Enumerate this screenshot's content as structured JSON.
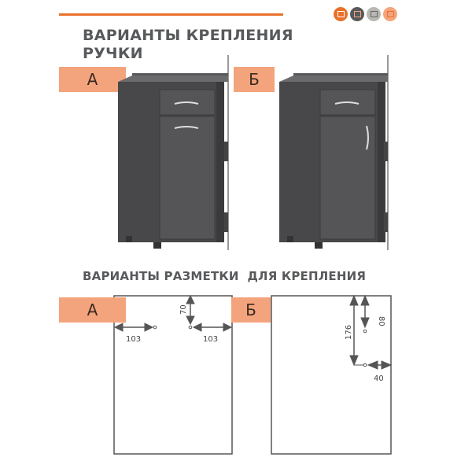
{
  "header": {
    "title_line1": "ВАРИАНТЫ КРЕПЛЕНИЯ",
    "title_line2": "РУЧКИ",
    "accent": "#e8712b",
    "icons": [
      {
        "name": "desk-icon",
        "color": "#e8712b"
      },
      {
        "name": "cabinet-icon",
        "color": "#58595b"
      },
      {
        "name": "drawers-icon",
        "color": "#b8b8b2"
      },
      {
        "name": "shelf-icon",
        "color": "#f4a47c"
      }
    ]
  },
  "variants": {
    "a_label": "А",
    "b_label": "Б",
    "label_color": "#f4a47c"
  },
  "marking": {
    "title": "ВАРИАНТЫ РАЗМЕТКИ  ДЛЯ КРЕПЛЕНИЯ",
    "a_label": "А",
    "b_label": "Б",
    "a_dims": {
      "left": "103",
      "top": "70",
      "right": "103"
    },
    "b_dims": {
      "long": "176",
      "short": "80",
      "side": "40"
    }
  }
}
